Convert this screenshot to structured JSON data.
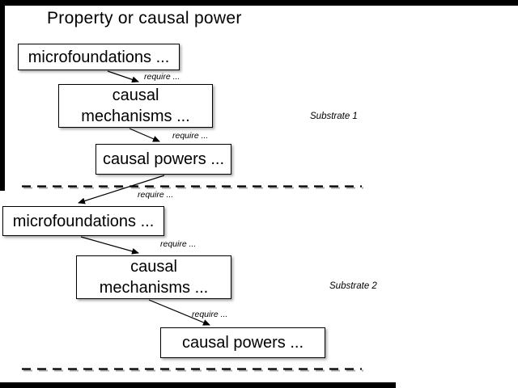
{
  "slide": {
    "title": "Property or causal power",
    "substrates": [
      {
        "label": "Substrate 1"
      },
      {
        "label": "Substrate 2"
      }
    ]
  },
  "boxes": [
    {
      "name": "microfoundations-1",
      "label": "microfoundations ..."
    },
    {
      "name": "causal-mechanisms-1",
      "label": "causal\nmechanisms ..."
    },
    {
      "name": "causal-powers-1",
      "label": "causal powers ..."
    },
    {
      "name": "microfoundations-2",
      "label": "microfoundations ..."
    },
    {
      "name": "causal-mechanisms-2",
      "label": "causal\nmechanisms ..."
    },
    {
      "name": "causal-powers-2",
      "label": "causal powers ..."
    }
  ],
  "arrows": [
    {
      "label": "require ..."
    },
    {
      "label": "require ..."
    },
    {
      "label": "require ..."
    },
    {
      "label": "require ..."
    },
    {
      "label": "require ..."
    }
  ],
  "colors": {
    "ink": "#000000",
    "background": "#ffffff"
  }
}
